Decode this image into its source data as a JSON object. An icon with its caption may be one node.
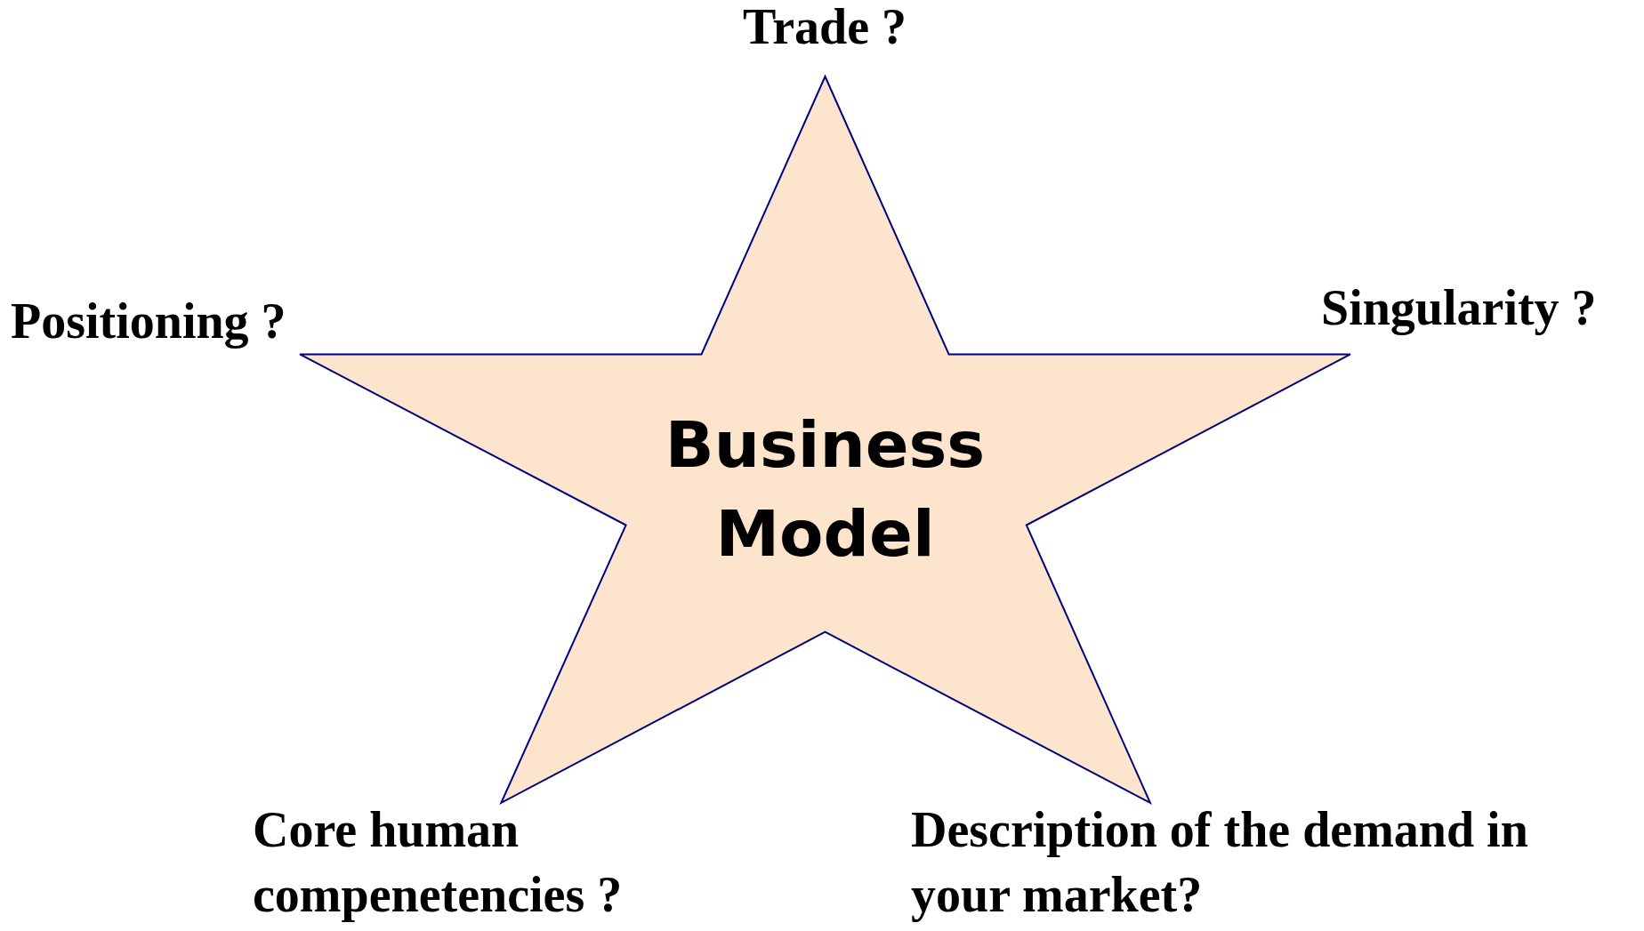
{
  "diagram": {
    "nodes": [
      {
        "text": [
          "Business Model"
        ]
      }
    ],
    "labels": [
      "Trade ?",
      "Positioning ?",
      "Singularity ?",
      "Core human compenetencies ?",
      "Description of the demand in your market?"
    ]
  }
}
